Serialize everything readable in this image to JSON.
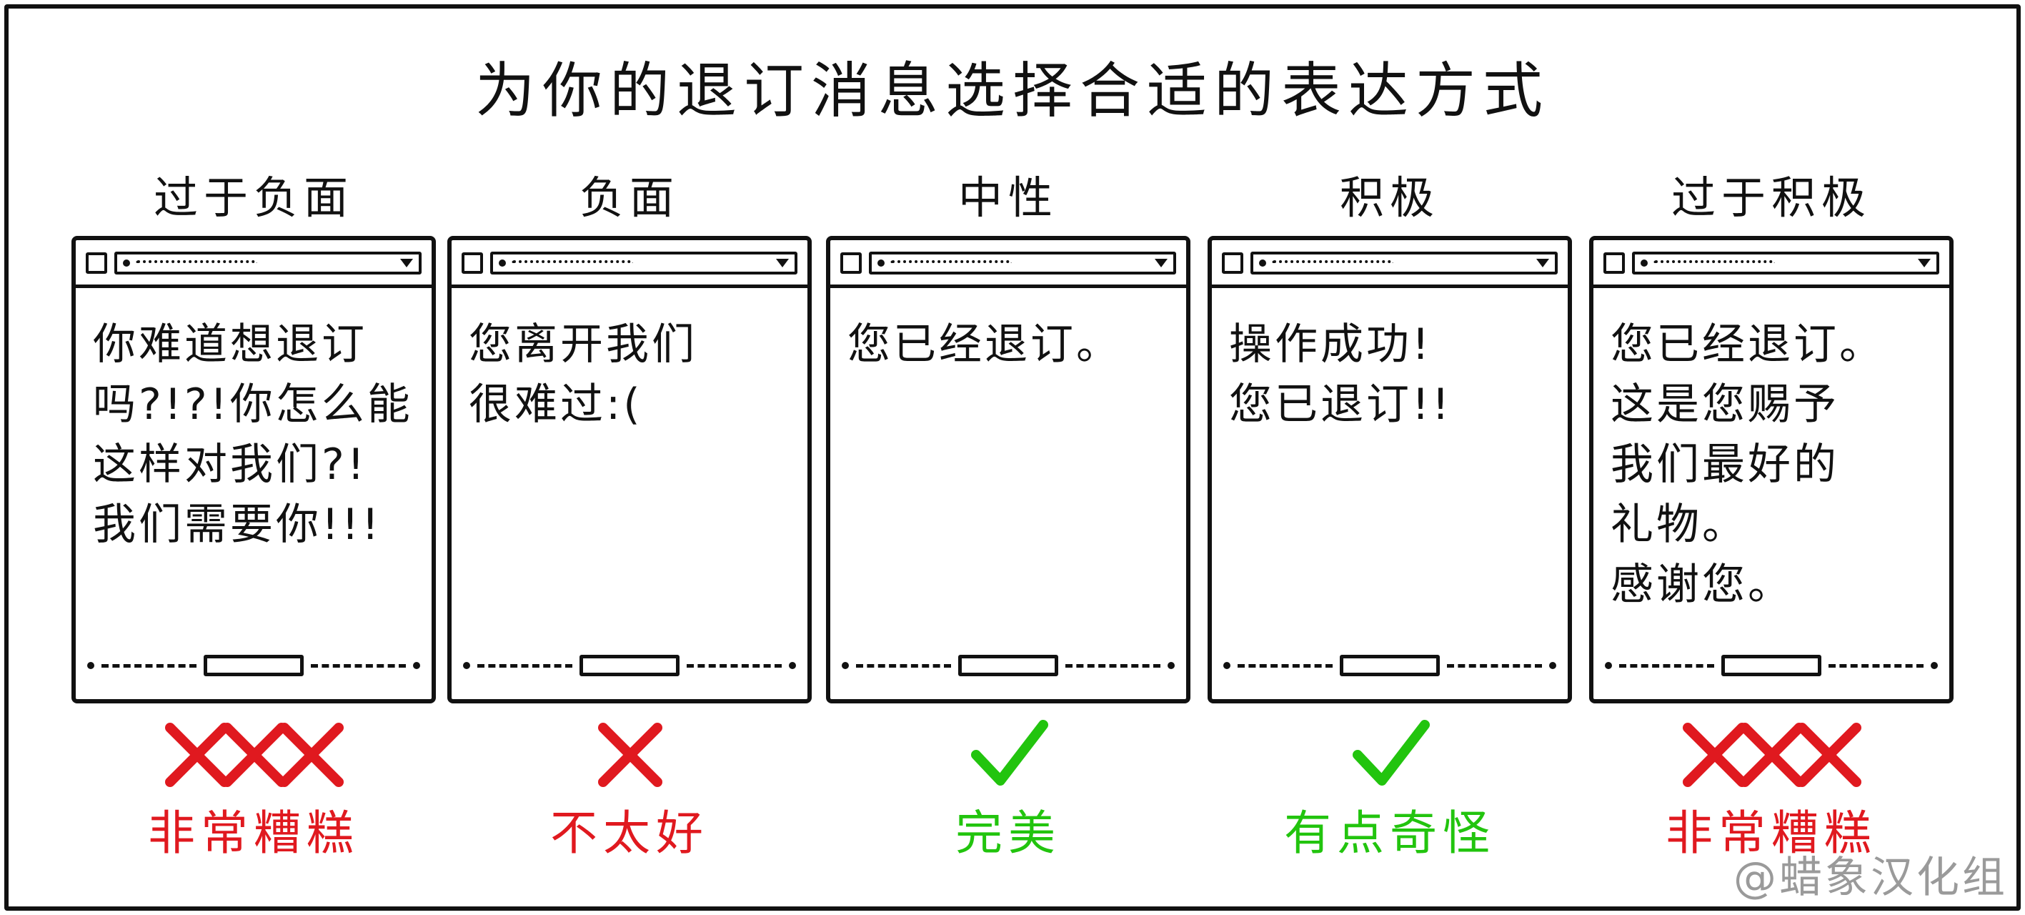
{
  "title": "为你的退订消息选择合适的表达方式",
  "columns": [
    {
      "heading": "过于负面",
      "message": "你难道想退订\n吗?!?!你怎么能\n这样对我们?!\n我们需要你!!!",
      "mark": "cross",
      "mark_count": 3,
      "verdict": "非常糟糕",
      "verdict_color": "#e0191f"
    },
    {
      "heading": "负面",
      "message": "  您离开我们\n  很难过:(",
      "mark": "cross",
      "mark_count": 1,
      "verdict": "不太好",
      "verdict_color": "#e0191f"
    },
    {
      "heading": "中性",
      "message": "  您已经退订。",
      "mark": "check",
      "mark_count": 1,
      "verdict": "完美",
      "verdict_color": "#22c40e"
    },
    {
      "heading": "积极",
      "message": "  操作成功!\n  您已退订!!",
      "mark": "check",
      "mark_count": 1,
      "verdict": "有点奇怪",
      "verdict_color": "#22c40e"
    },
    {
      "heading": "过于积极",
      "message": " 您已经退订。\n 这是您赐予\n 我们最好的\n 礼物。\n    感谢您。",
      "mark": "cross",
      "mark_count": 3,
      "verdict": "非常糟糕",
      "verdict_color": "#e0191f"
    }
  ],
  "credit": "@蜡象汉化组"
}
